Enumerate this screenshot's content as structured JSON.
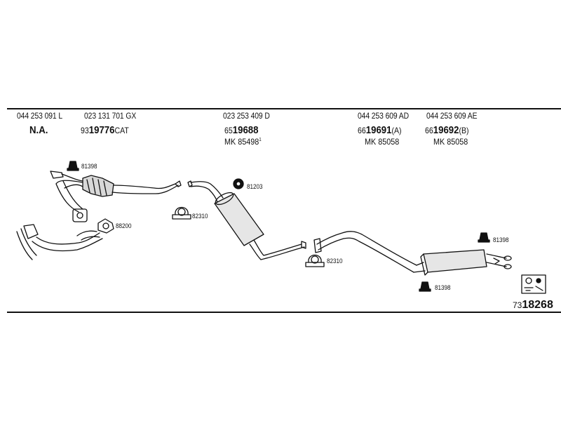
{
  "header": {
    "columns": [
      {
        "oem": "044 253 091 L",
        "main": "N.A.",
        "prefix": "",
        "suffix": "",
        "mk": "",
        "mk_sup": ""
      },
      {
        "oem": "023 131 701 GX",
        "prefix": "93",
        "main": "19776",
        "suffix": "CAT",
        "mk": "",
        "mk_sup": ""
      },
      {
        "oem": "023 253 409 D",
        "prefix": "65",
        "main": "19688",
        "suffix": "",
        "mk": "MK  85498",
        "mk_sup": "1"
      },
      {
        "oem": "044 253 609 AD",
        "prefix": "66",
        "main": "19691",
        "suffix": "(A)",
        "mk": "MK  85058",
        "mk_sup": ""
      },
      {
        "oem": "044 253 609 AE",
        "prefix": "66",
        "main": "19692",
        "suffix": "(B)",
        "mk": "MK  85058",
        "mk_sup": ""
      }
    ]
  },
  "parts": {
    "hanger_front": "81398",
    "gasket_front": "88200",
    "hanger_mid": "81203",
    "clamp_mid": "82310",
    "clamp_rear": "82310",
    "hanger_rear_top": "81398",
    "hanger_rear_bottom": "81398"
  },
  "footer": {
    "set_prefix": "73",
    "set_number": "18268"
  }
}
